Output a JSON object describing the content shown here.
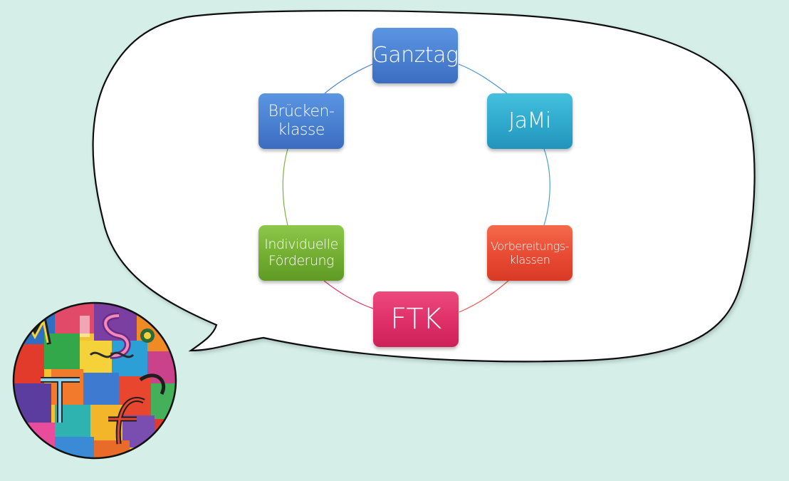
{
  "diagram": {
    "nodes": [
      {
        "id": "ganztag",
        "label": "Ganztag",
        "color": "#4a80d0"
      },
      {
        "id": "jami",
        "label": "JaMi",
        "color": "#2fa9cc"
      },
      {
        "id": "vorbereitungsklassen",
        "label": "Vorbereitungs-\nklassen",
        "color": "#e84a33"
      },
      {
        "id": "ftk",
        "label": "FTK",
        "color": "#de2f68"
      },
      {
        "id": "individuelle_foerderung",
        "label": "Individuelle\nFörderung",
        "color": "#73ae32"
      },
      {
        "id": "brueckenklasse",
        "label": "Brücken-\nklasse",
        "color": "#4a80d0"
      }
    ],
    "ring_colors": [
      "#4a90d9",
      "#4aa6cc",
      "#e85a50",
      "#d8406a",
      "#7cb342",
      "#4a80d0"
    ]
  },
  "colors": {
    "background": "#d5efe8",
    "bubble_fill": "#ffffff",
    "bubble_stroke": "#111111"
  },
  "avatar": {
    "icon": "colorful-mosaic-artwork",
    "letters": [
      "M",
      "S",
      "T",
      "f"
    ]
  }
}
